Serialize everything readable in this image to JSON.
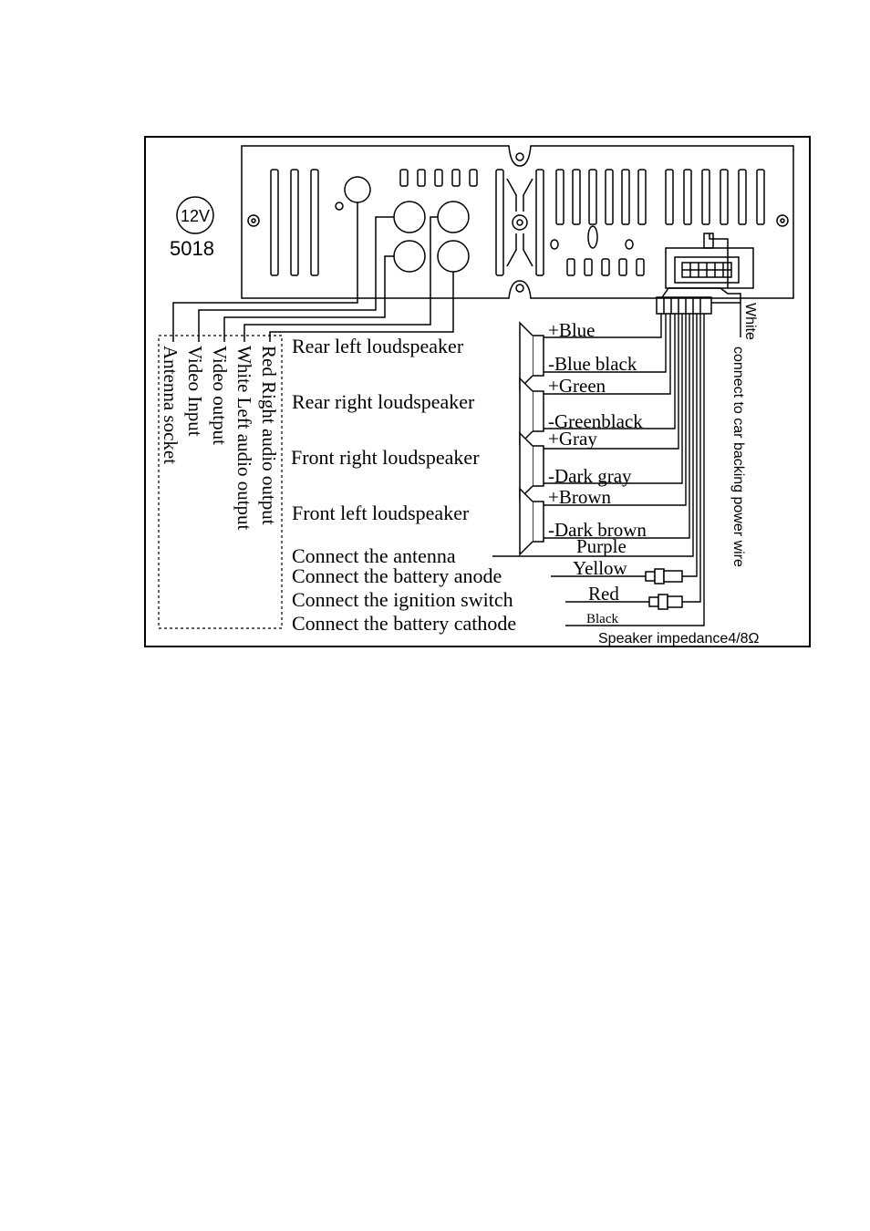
{
  "unit": {
    "voltage_badge": "12V",
    "model": "5018"
  },
  "rca_labels": [
    "Red Right audio output",
    "White Left audio output",
    "Video output",
    "Video Input",
    "Antenna socket"
  ],
  "speakers": [
    {
      "name": "Rear left loudspeaker",
      "plus": "+Blue",
      "minus": "-Blue black"
    },
    {
      "name": "Rear right loudspeaker",
      "plus": "+Green",
      "minus": "-Greenblack"
    },
    {
      "name": "Front right loudspeaker",
      "plus": "+Gray",
      "minus": "-Dark gray"
    },
    {
      "name": "Front left loudspeaker",
      "plus": "+Brown",
      "minus": "-Dark brown"
    }
  ],
  "connections": [
    {
      "label": "Connect the antenna",
      "wire": "Purple"
    },
    {
      "label": "Connect the battery anode",
      "wire": "Yellow"
    },
    {
      "label": "Connect the ignition switch",
      "wire": "Red"
    },
    {
      "label": "Connect the battery cathode",
      "wire": "Black"
    }
  ],
  "backing_wire": {
    "color": "White",
    "text": "connect to car backing power wire"
  },
  "impedance_note": "Speaker impedance4/8Ω"
}
